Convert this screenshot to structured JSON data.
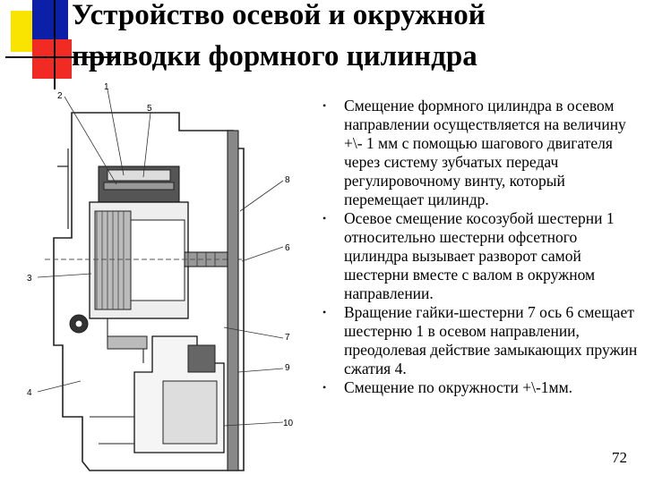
{
  "slide": {
    "title_lines": [
      "Устройство осевой и окружной",
      "приводки формного цилиндра"
    ],
    "bullets": [
      "Смещение формного цилиндра в осевом направлении осуществляется на величину +\\- 1 мм с помощью шагового двигателя через систему зубчатых передач регулировочному винту, который перемещает цилиндр.",
      "Осевое смещение косозубой шестерни 1 относительно шестерни офсетного цилиндра вызывает разворот самой шестерни вместе с валом в окружном направлении.",
      "Вращение гайки-шестерни 7 ось 6 смещает шестерню 1 в осевом направлении, преодолевая действие замыкающих пружин сжатия 4.",
      "Смещение по окружности +\\-1мм."
    ],
    "page_number": "72"
  },
  "diagram": {
    "labels": {
      "l1": "1",
      "l2": "2",
      "l3": "3",
      "l4": "4",
      "l5": "5",
      "l6": "6",
      "l7": "7",
      "l8": "8",
      "l9": "9",
      "l10": "10"
    }
  },
  "colors": {
    "yellow": "#f8e400",
    "red": "#f12a24",
    "blue": "#0c1fa8"
  }
}
